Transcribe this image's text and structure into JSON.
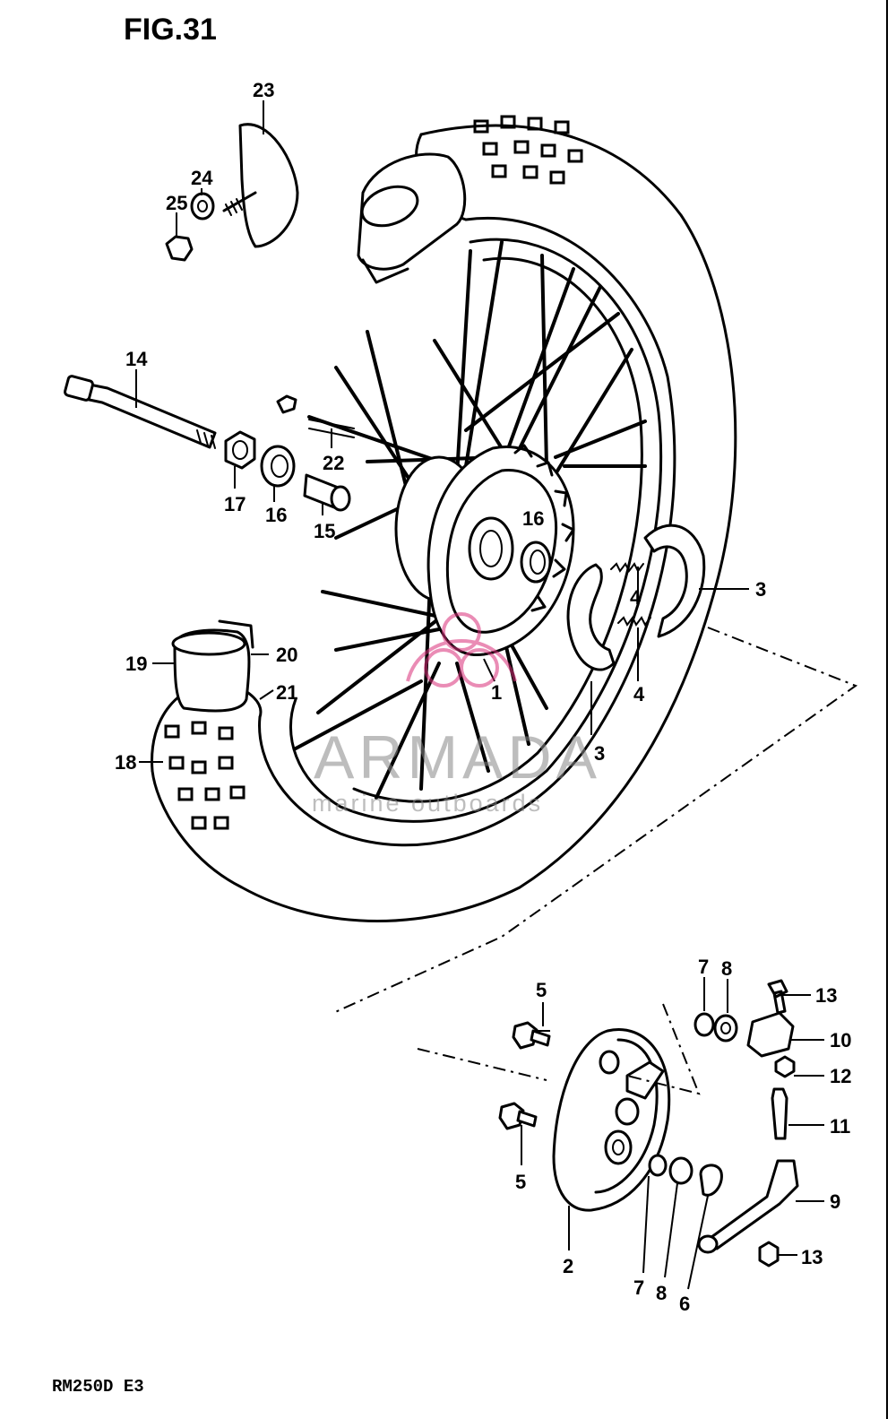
{
  "figure": {
    "title": "FIG.31"
  },
  "footer": {
    "model": "RM250D  E3"
  },
  "watermark": {
    "brand": "ARMADA",
    "tagline": "marine outboards",
    "color": "#d9307a"
  },
  "callouts": {
    "c1": "1",
    "c2": "2",
    "c3a": "3",
    "c3b": "3",
    "c4a": "4",
    "c4b": "4",
    "c5a": "5",
    "c5b": "5",
    "c6": "6",
    "c7a": "7",
    "c7b": "7",
    "c8a": "8",
    "c8b": "8",
    "c9": "9",
    "c10": "10",
    "c11": "11",
    "c12": "12",
    "c13a": "13",
    "c13b": "13",
    "c14": "14",
    "c15": "15",
    "c16a": "16",
    "c16b": "16",
    "c17": "17",
    "c18": "18",
    "c19": "19",
    "c20": "20",
    "c21": "21",
    "c22": "22",
    "c23": "23",
    "c24": "24",
    "c25": "25"
  }
}
